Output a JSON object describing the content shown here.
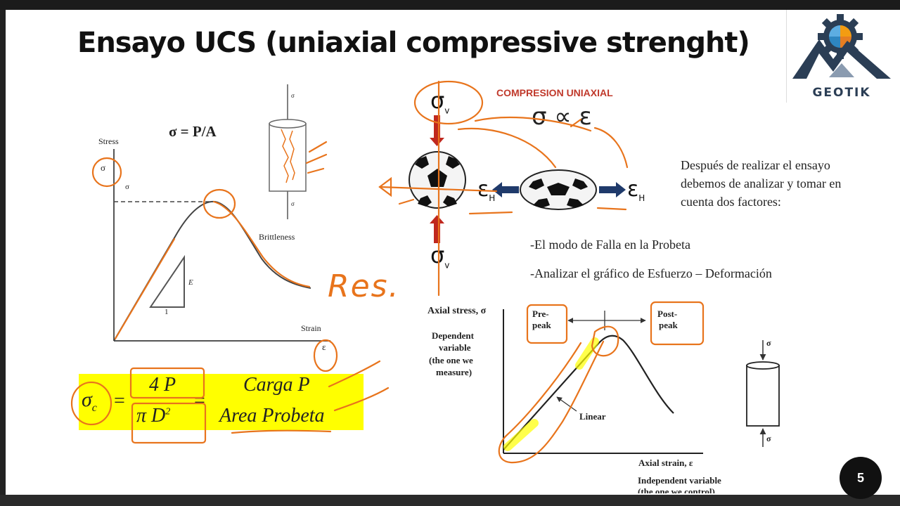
{
  "slide": {
    "title": "Ensayo UCS (uniaxial compressive strenght)",
    "logo_text": "GEOTIK",
    "page_number": "5"
  },
  "left_graph": {
    "formula": "σ = P/A",
    "y_label": "Stress",
    "sigma_marker": "σ",
    "sigma_c": "σ",
    "peak_label": "Brittleness",
    "slope_label": "E",
    "slope_base": "1",
    "x_label": "Strain",
    "x_marker": "ε",
    "cyl_top": "σ",
    "cyl_bottom": "σ",
    "annotation": "Res."
  },
  "center_figure": {
    "heading": "COMPRESION UNIAXIAL",
    "relation": "σ ∝ ε",
    "sigma_v_top": "σ",
    "sigma_v_top_sub": "v",
    "sigma_v_bottom": "σ",
    "sigma_v_bottom_sub": "v",
    "eps_h_left": "ε",
    "eps_h_left_sub": "H",
    "eps_h_right": "ε",
    "eps_h_right_sub": "H"
  },
  "right_text": {
    "paragraph": "Después de realizar el ensayo debemos de analizar y tomar en cuenta dos factores:",
    "item1": "-El modo de Falla en la Probeta",
    "item2": "-Analizar el gráfico de Esfuerzo – Deformación"
  },
  "right_graph": {
    "y_label": "Axial stress, σ",
    "y_desc_1": "Dependent",
    "y_desc_2": "variable",
    "y_desc_3": "(the one we",
    "y_desc_4": "measure)",
    "pre_peak_1": "Pre-",
    "pre_peak_2": "peak",
    "post_peak_1": "Post-",
    "post_peak_2": "peak",
    "linear": "Linear",
    "x_label": "Axial strain, ε",
    "x_desc_1": "Independent variable",
    "x_desc_2": "(the one we control)",
    "cyl_top": "σ",
    "cyl_bottom": "σ"
  },
  "formula_box": {
    "lhs": "σ",
    "lhs_sub": "c",
    "eq1": "=",
    "num1": "4 P",
    "den1": "π  D",
    "den1_sup": "2",
    "eq2": "=",
    "num2": "Carga  P",
    "den2": "Area  Probeta"
  },
  "colors": {
    "highlight": "#ffff00",
    "annotation_ink": "#e8741c",
    "heading_red": "#c0392b",
    "arrow_navy": "#1f3a6b",
    "arrow_red": "#c0281e"
  }
}
